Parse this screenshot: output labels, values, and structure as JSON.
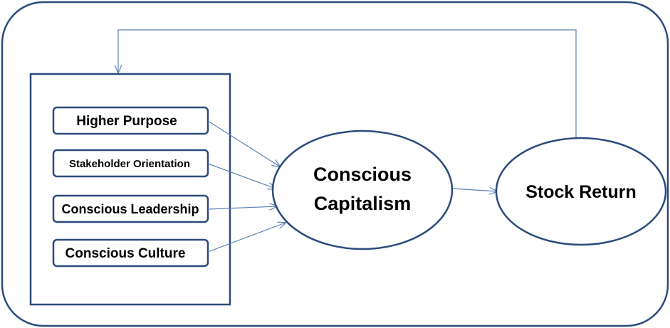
{
  "diagram": {
    "pillars": [
      {
        "label": "Higher Purpose"
      },
      {
        "label": "Stakeholder Orientation"
      },
      {
        "label": "Conscious Leadership"
      },
      {
        "label": "Conscious Culture"
      }
    ],
    "center": {
      "line1": "Conscious",
      "line2": "Capitalism"
    },
    "outcome": {
      "label": "Stock Return"
    }
  },
  "colors": {
    "stroke": "#2b4a7c",
    "arrow": "#5b7fb8",
    "text": "#000000",
    "background": "#ffffff"
  }
}
